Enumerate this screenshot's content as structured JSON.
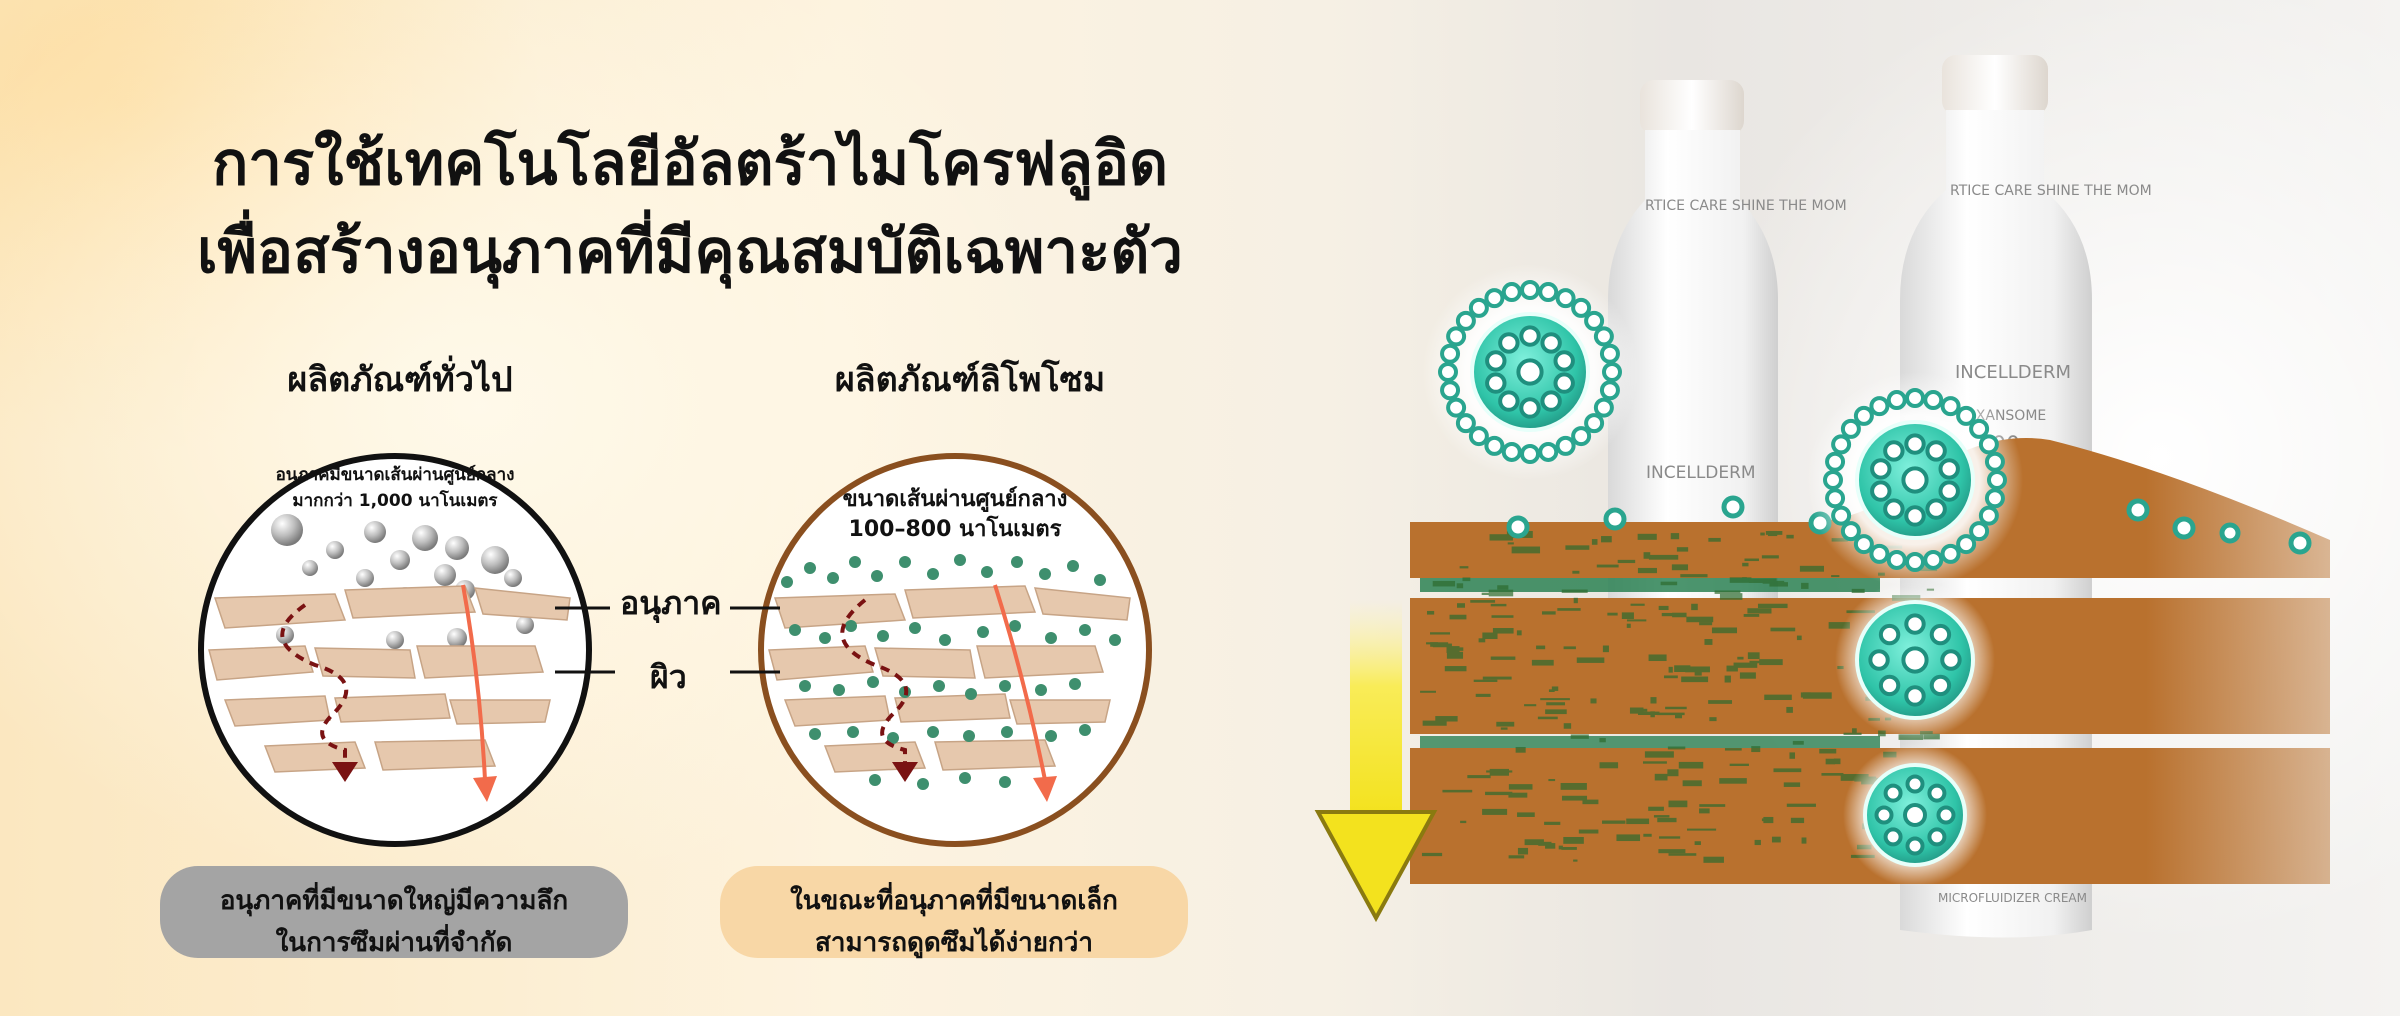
{
  "title": {
    "line1": "การใช้เทคโนโลยีอัลตร้าไมโครฟลูอิด",
    "line2": "เพื่อสร้างอนุภาคที่มีคุณสมบัติเฉพาะตัว"
  },
  "left_panel": {
    "heading": "ผลิตภัณฑ์ทั่วไป",
    "caption_line1": "อนุภาคมีขนาดเส้นผ่านศูนย์กลาง",
    "caption_line2": "มากกว่า 1,000 นาโนเมตร",
    "summary_line1": "อนุภาคที่มีขนาดใหญ่มีความลึก",
    "summary_line2": "ในการซึมผ่านที่จำกัด"
  },
  "right_panel": {
    "heading": "ผลิตภัณฑ์ลิโพโซม",
    "caption_line1": "ขนาดเส้นผ่านศูนย์กลาง",
    "caption_line2": "100–800 นาโนเมตร",
    "summary_line1": "ในขณะที่อนุภาคที่มีขนาดเล็ก",
    "summary_line2": "สามารถดูดซึมได้ง่ายกว่า"
  },
  "labels": {
    "particle": "อนุภาค",
    "skin": "ผิว"
  },
  "product": {
    "bottle_left_brand": "INCELLDERM",
    "bottle_right_brand": "INCELLDERM",
    "bottle_band_text": "RTICE CARE SHINE THE MOM",
    "bottle_right_model": "DXANSOME",
    "bottle_right_number": "500",
    "bottle_right_bottom": "MICROFLUIDIZER CREAM"
  },
  "colors": {
    "skin_brown": "#b9712e",
    "teal": "#3cc7b0",
    "arrow_yellow": "#f6ee2a",
    "pill_grey": "#a4a4a4",
    "pill_orange": "#f8d7a6",
    "dark_red": "#7a1212",
    "orange_arrow": "#f26b4b"
  }
}
